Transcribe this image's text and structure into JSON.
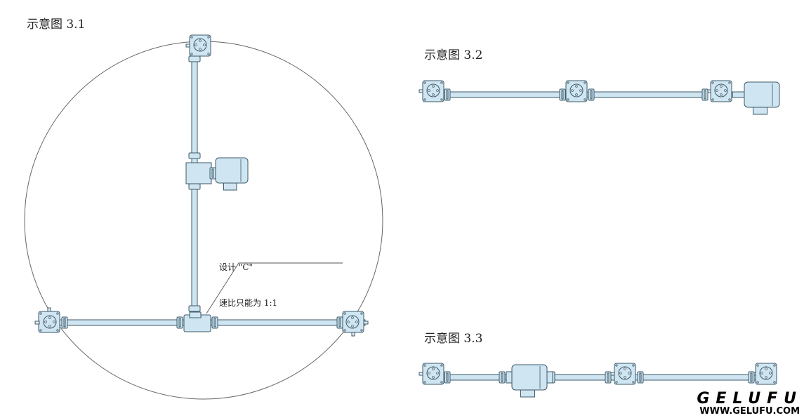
{
  "figures": [
    {
      "title": "示意图 3.1",
      "note_line1": "设计 \"C\"",
      "note_line2": "速比只能为 1:1"
    },
    {
      "title": "示意图 3.2"
    },
    {
      "title": "示意图 3.3"
    }
  ],
  "logo": {
    "brand": "GELUFU",
    "url": "WWW.GELUFU.COM"
  },
  "colors": {
    "fill": "#cfe6f2",
    "stroke": "#3d5868",
    "line": "#555555"
  }
}
